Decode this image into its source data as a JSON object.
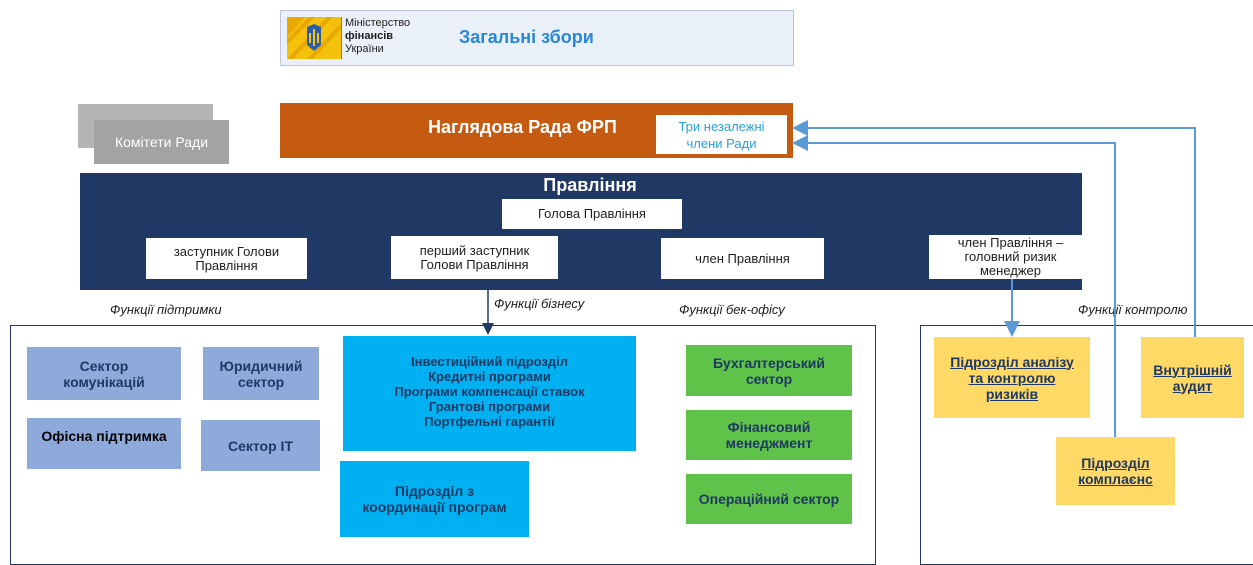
{
  "assembly": {
    "ministry_line1": "Міністерство",
    "ministry_line2": "фінансів",
    "ministry_line3": "України",
    "title": "Загальні збори"
  },
  "committees": {
    "label": "Комітети Ради"
  },
  "board": {
    "title": "Наглядова Рада ФРП",
    "members_line1": "Три незалежні",
    "members_line2": "члени Ради"
  },
  "management": {
    "title": "Правління",
    "head": "Голова Правління",
    "deputy_line1": "заступник Голови",
    "deputy_line2": "Правління",
    "first_deputy_line1": "перший заступник",
    "first_deputy_line2": "Голови Правління",
    "member": "член Правління",
    "risk_member_line1": "член Правління –",
    "risk_member_line2": "головний ризик",
    "risk_member_line3": "менеджер"
  },
  "functions": {
    "support": "Функції підтримки",
    "business": "Функції бізнесу",
    "back_office": "Функції бек-офісу",
    "control": "Функції контролю"
  },
  "support_units": {
    "communications_line1": "Сектор",
    "communications_line2": "комунікацій",
    "legal_line1": "Юридичний",
    "legal_line2": "сектор",
    "office": "Офісна підтримка",
    "it": "Сектор IT"
  },
  "business_units": {
    "investment_lines": [
      "Інвестиційний підрозділ",
      "Кредитні програми",
      "Програми компенсації ставок",
      "Грантові програми",
      "Портфельні гарантії"
    ],
    "coordination_line1": "Підрозділ з",
    "coordination_line2": "координації програм"
  },
  "back_office_units": {
    "accounting_line1": "Бухгалтерський",
    "accounting_line2": "сектор",
    "finance_line1": "Фінансовий",
    "finance_line2": "менеджмент",
    "operations": "Операційний сектор"
  },
  "control_units": {
    "risk_line1": "Підрозділ аналізу",
    "risk_line2": "та контролю",
    "risk_line3": "ризиків",
    "audit_line1": "Внутрішній",
    "audit_line2": "аудит",
    "compliance_line1": "Підрозділ",
    "compliance_line2": "комплаєнс"
  },
  "colors": {
    "board": "#c55a11",
    "management": "#1f3864",
    "support": "#8eaadb",
    "business": "#00b0f0",
    "back_office": "#5fc249",
    "control": "#ffd966",
    "connector": "#5b9bd5"
  }
}
